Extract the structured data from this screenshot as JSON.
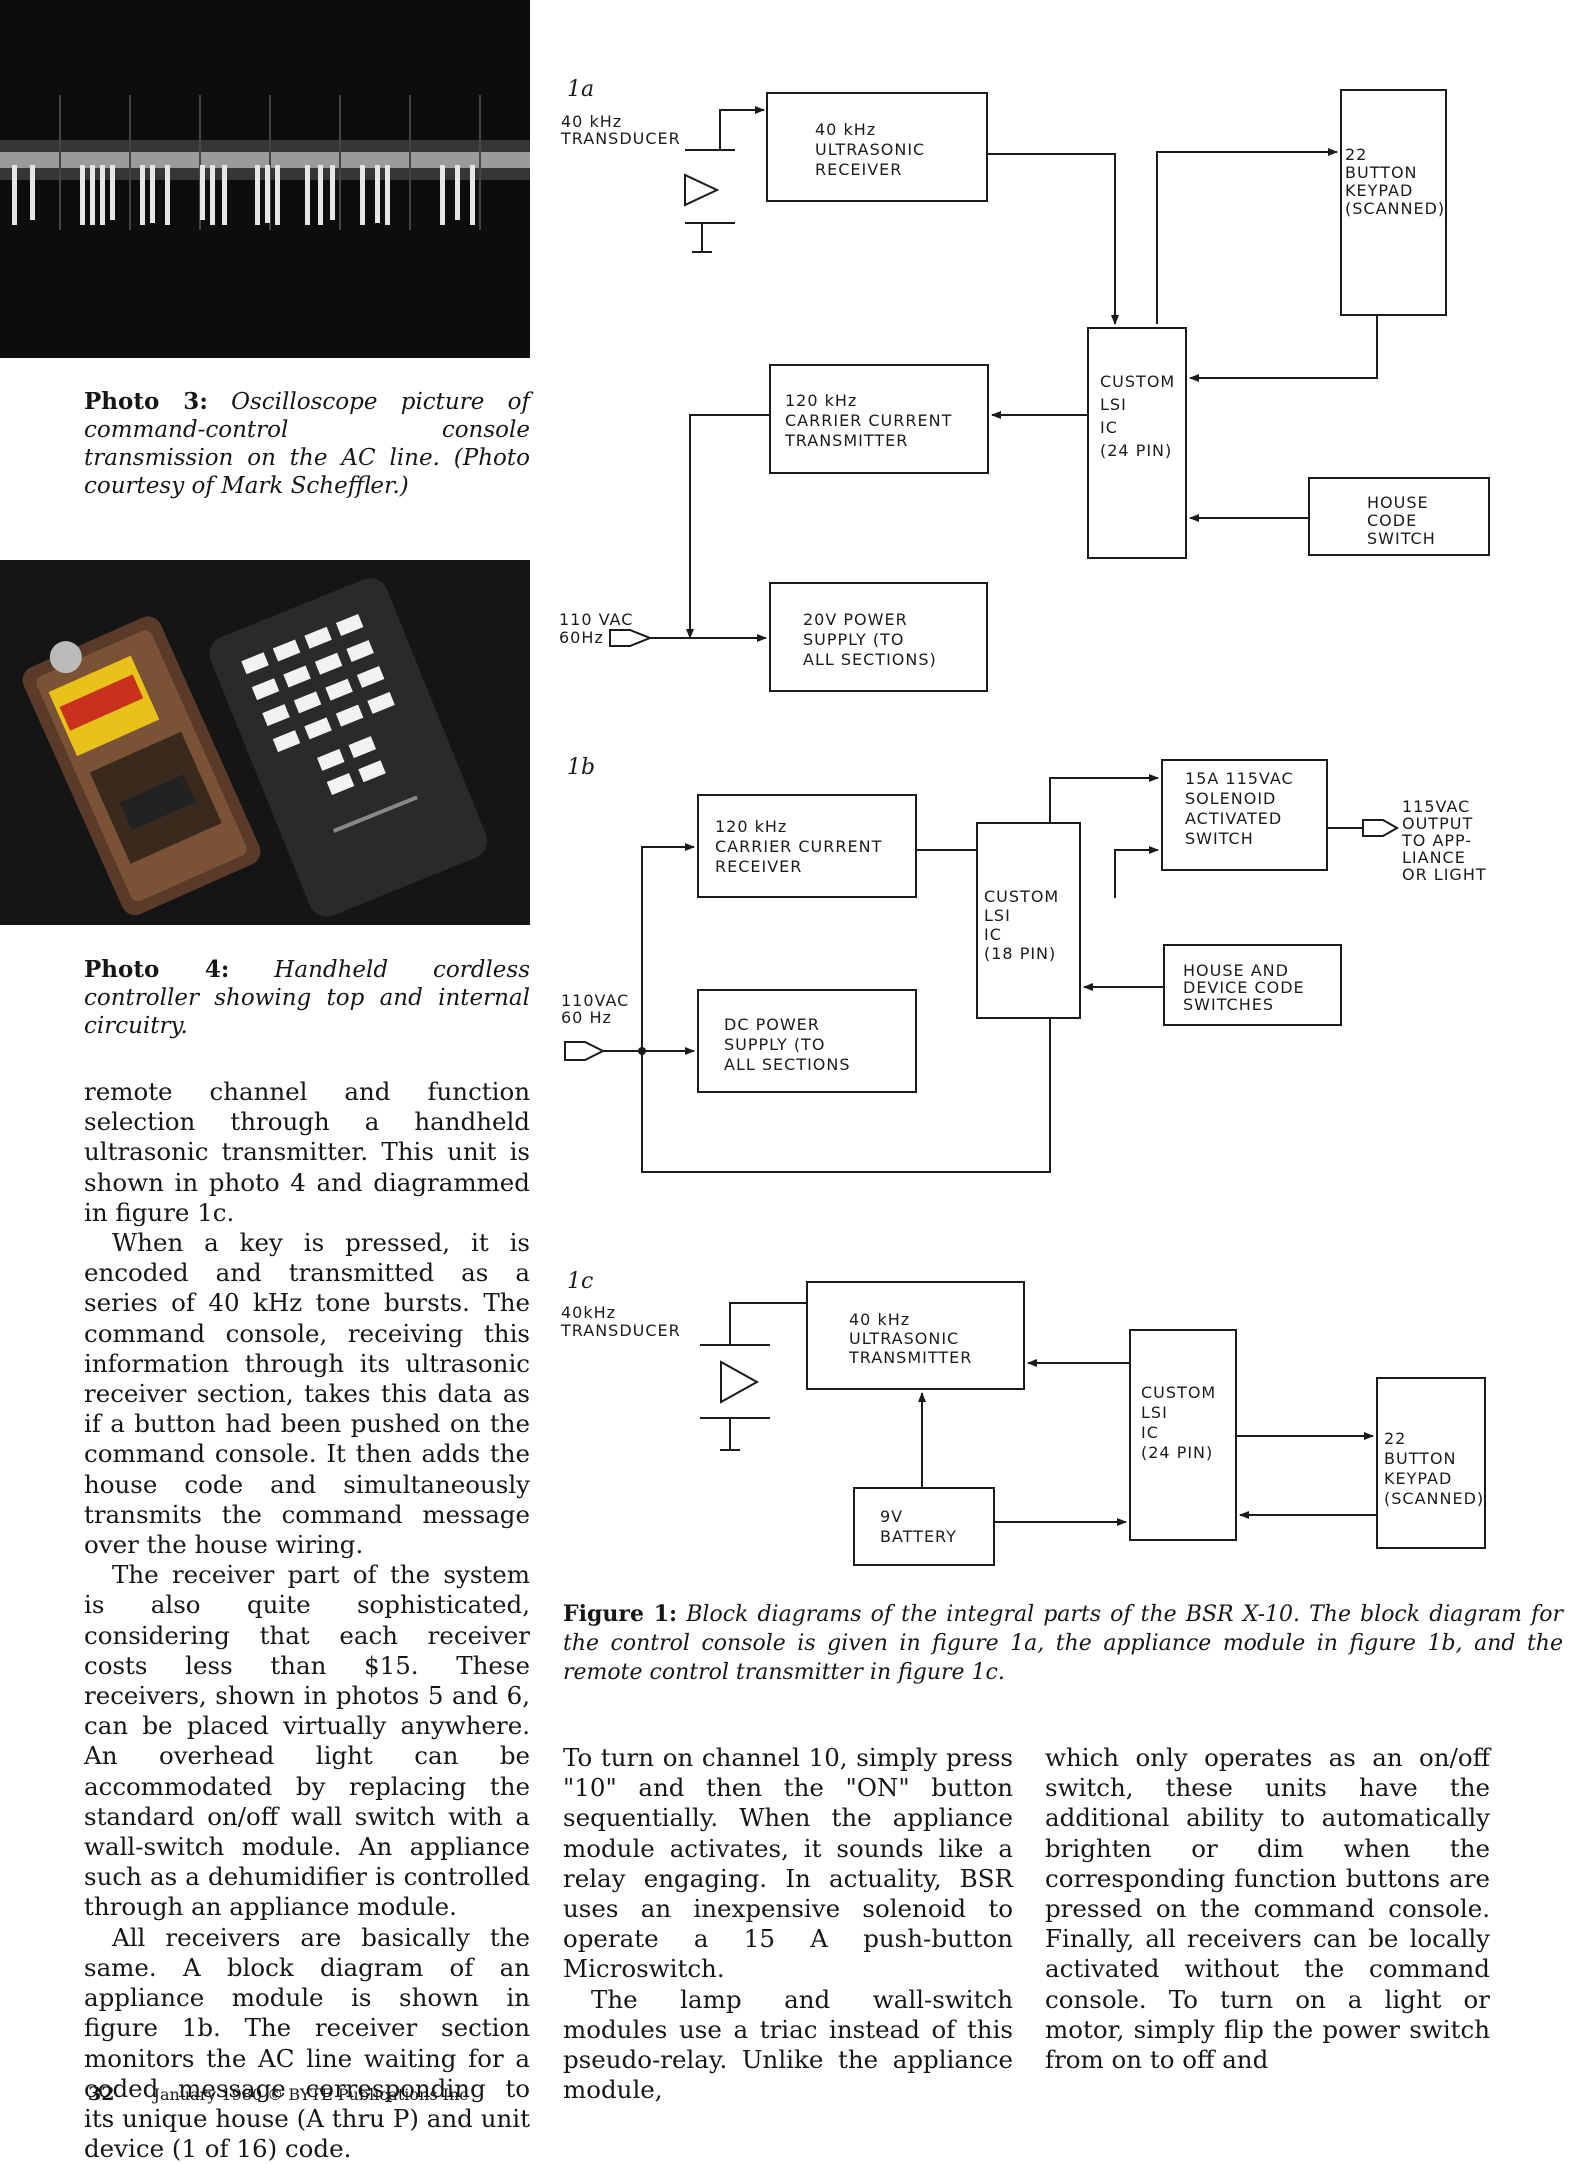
{
  "captions": {
    "photo3": {
      "label": "Photo 3:",
      "text": "Oscilloscope picture of command-control console transmission on the AC line. (Photo courtesy of Mark Scheffler.)"
    },
    "photo4": {
      "label": "Photo 4:",
      "text": "Handheld cordless controller showing top and internal circuitry."
    },
    "figure1": {
      "label": "Figure 1:",
      "text": "Block diagrams of the integral parts of the BSR X-10. The block diagram for the control console is given in figure 1a, the appliance module in figure 1b, and the remote control transmitter in figure 1c."
    }
  },
  "column1": [
    "remote channel and function selection through a handheld ultrasonic transmitter. This unit is shown in photo 4 and diagrammed in figure 1c.",
    "When a key is pressed, it is encoded and transmitted as a series of 40 kHz tone bursts. The command console, receiving this information through its ultrasonic receiver section, takes this data as if a button had been pushed on the command console. It then adds the house code and simultaneously transmits the command message over the house wiring.",
    "The receiver part of the system is also quite sophisticated, considering that each receiver costs less than $15. These receivers, shown in photos 5 and 6, can be placed virtually anywhere. An overhead light can be accommodated by replacing the standard on/off wall switch with a wall-switch module. An appliance such as a dehumidifier is controlled through an appliance module.",
    "All receivers are basically the same. A block diagram of an appliance module is shown in figure 1b. The receiver section monitors the AC line waiting for a coded message corresponding to its unique house (A thru P) and unit device (1 of 16) code."
  ],
  "column2": [
    "To turn on channel 10, simply press \"10\" and then the \"ON\" button sequentially. When the appliance module activates, it sounds like a relay engaging. In actuality, BSR uses an inexpensive solenoid to operate a 15 A push-button Microswitch.",
    "The lamp and wall-switch modules use a triac instead of this pseudo-relay. Unlike the appliance module,"
  ],
  "column3": [
    "which only operates as an on/off switch, these units have the additional ability to automatically brighten or dim when the corresponding function buttons are pressed on the command console. Finally, all receivers can be locally activated without the command console. To turn on a light or motor, simply flip the power switch from on to off and"
  ],
  "diagram": {
    "fig1a": {
      "label": "1a",
      "transducer": [
        "40 kHz",
        "TRANSDUCER"
      ],
      "ultrasonic_receiver": [
        "40 kHz",
        "ULTRASONIC",
        "RECEIVER"
      ],
      "keypad": [
        "22",
        "BUTTON",
        "KEYPAD",
        "(SCANNED)"
      ],
      "lsi": [
        "CUSTOM",
        "LSI",
        "IC",
        "(24 PIN)"
      ],
      "carrier_transmitter": [
        "120 kHz",
        "CARRIER CURRENT",
        "TRANSMITTER"
      ],
      "house_code": [
        "HOUSE",
        "CODE",
        "SWITCH"
      ],
      "ac_in": [
        "110 VAC",
        "60Hz"
      ],
      "power_supply": [
        "20V POWER",
        "SUPPLY (TO",
        "ALL SECTIONS)"
      ]
    },
    "fig1b": {
      "label": "1b",
      "solenoid": [
        "15A  115VAC",
        "SOLENOID",
        "ACTIVATED",
        "SWITCH"
      ],
      "output": [
        "115VAC",
        "OUTPUT",
        "TO APP-",
        "LIANCE",
        "OR LIGHT"
      ],
      "carrier_receiver": [
        "120 kHz",
        "CARRIER CURRENT",
        "RECEIVER"
      ],
      "lsi": [
        "CUSTOM",
        "LSI",
        "IC",
        "(18 PIN)"
      ],
      "code_switches": [
        "HOUSE AND",
        "DEVICE CODE",
        "SWITCHES"
      ],
      "ac_in": [
        "110VAC",
        "60 Hz"
      ],
      "power_supply": [
        "DC POWER",
        "SUPPLY (TO",
        "ALL SECTIONS"
      ]
    },
    "fig1c": {
      "label": "1c",
      "transducer": [
        "40kHz",
        "TRANSDUCER"
      ],
      "ultrasonic_transmitter": [
        "40 kHz",
        "ULTRASONIC",
        "TRANSMITTER"
      ],
      "lsi": [
        "CUSTOM",
        "LSI",
        "IC",
        "(24 PIN)"
      ],
      "keypad": [
        "22",
        "BUTTON",
        "KEYPAD",
        "(SCANNED)"
      ],
      "battery": [
        "9V",
        "BATTERY"
      ]
    }
  },
  "footer": {
    "page": "32",
    "text": "January 1980 © BYTE Publications Inc"
  }
}
